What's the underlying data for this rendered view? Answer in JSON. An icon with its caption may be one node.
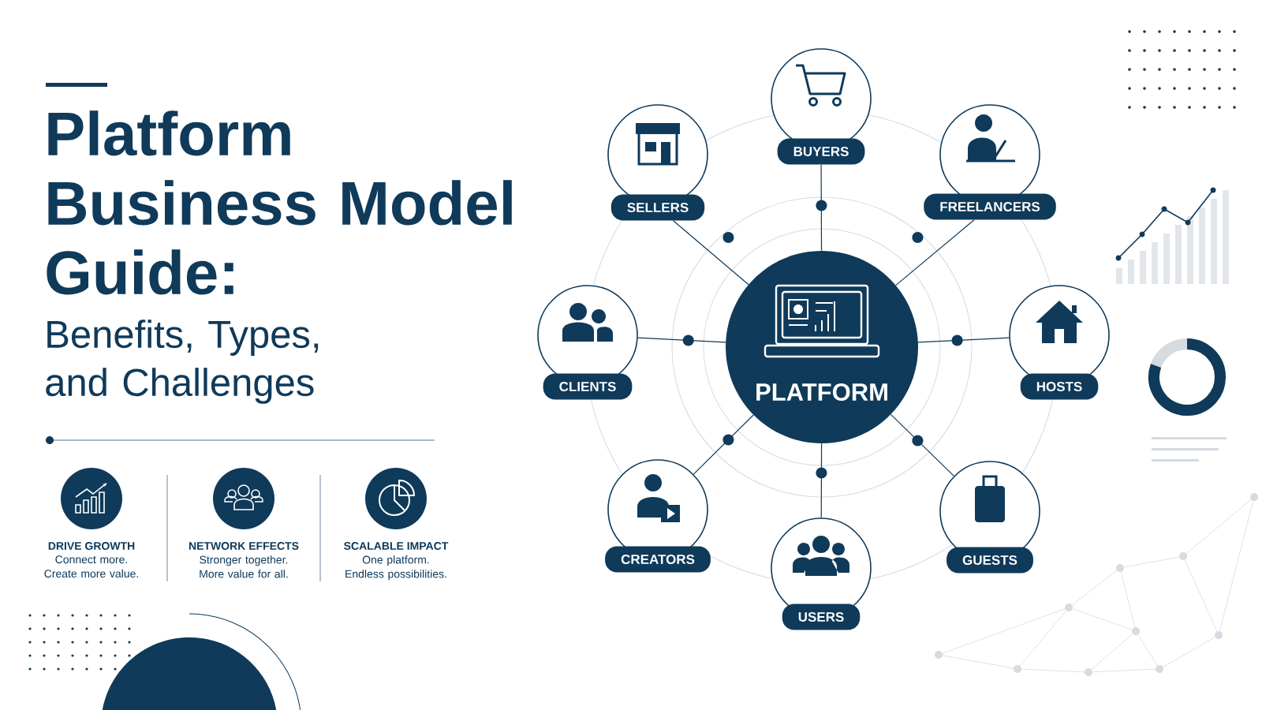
{
  "diagram": {
    "title": "Platform Business Model Guide:",
    "nodes": [
      {
        "text": [
          "PLATFORM"
        ]
      },
      {
        "text": [
          "BUYERS"
        ]
      },
      {
        "text": [
          "FREELANCERS"
        ]
      },
      {
        "text": [
          "HOSTS"
        ]
      },
      {
        "text": [
          "GUESTS"
        ]
      },
      {
        "text": [
          "USERS"
        ]
      },
      {
        "text": [
          "CREATORS"
        ]
      },
      {
        "text": [
          "CLIENTS"
        ]
      },
      {
        "text": [
          "SELLERS"
        ]
      },
      {
        "text": [
          "DRIVE GROWTH",
          "Connect more. Create more value."
        ]
      },
      {
        "text": [
          "NETWORK EFFECTS",
          "Stronger together. More value for all."
        ]
      },
      {
        "text": [
          "SCALABLE IMPACT",
          "One platform. Endless possibilities."
        ]
      }
    ],
    "edges": [
      {
        "from": 0,
        "to": 1,
        "arrow": "none"
      },
      {
        "from": 0,
        "to": 2,
        "arrow": "none"
      },
      {
        "from": 0,
        "to": 3,
        "arrow": "none"
      },
      {
        "from": 0,
        "to": 4,
        "arrow": "none"
      },
      {
        "from": 0,
        "to": 5,
        "arrow": "none"
      },
      {
        "from": 0,
        "to": 6,
        "arrow": "none"
      },
      {
        "from": 0,
        "to": 7,
        "arrow": "none"
      },
      {
        "from": 0,
        "to": 8,
        "arrow": "none"
      }
    ],
    "labels": [
      "Benefits, Types, and Challenges"
    ]
  }
}
